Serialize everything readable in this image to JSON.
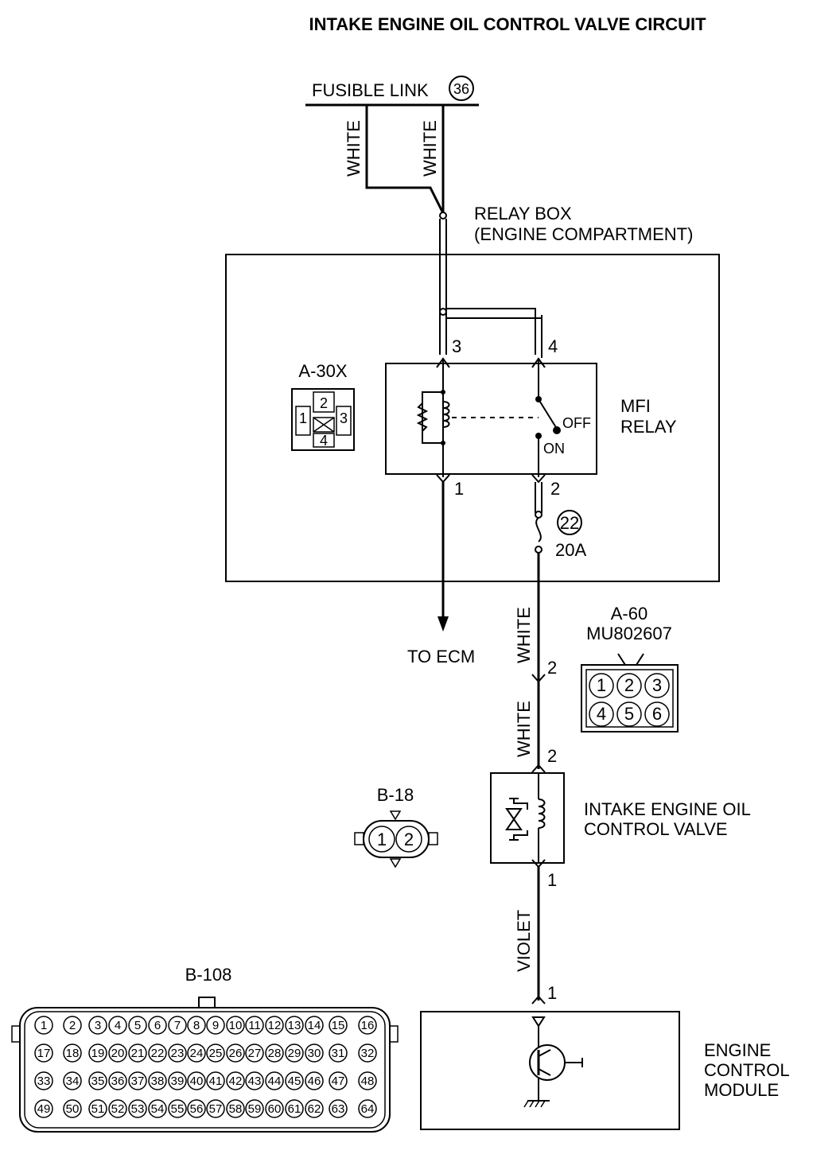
{
  "title": "INTAKE ENGINE OIL CONTROL VALVE CIRCUIT",
  "fusible_link": {
    "label": "FUSIBLE LINK",
    "number": "36"
  },
  "wires": {
    "white_left": "WHITE",
    "white_right": "WHITE",
    "white_a60_upper": "WHITE",
    "white_a60_lower": "WHITE",
    "violet": "VIOLET"
  },
  "relay_box": {
    "line1": "RELAY BOX",
    "line2": "(ENGINE COMPARTMENT)"
  },
  "mfi_relay": {
    "line1": "MFI",
    "line2": "RELAY",
    "pins": [
      "3",
      "4",
      "1",
      "2"
    ],
    "switch_off": "OFF",
    "switch_on": "ON"
  },
  "fuse": {
    "number": "22",
    "rating": "20A"
  },
  "to_ecm": "TO ECM",
  "connectors": {
    "a30x": {
      "id": "A-30X",
      "pins": [
        "2",
        "1",
        "3",
        "4"
      ]
    },
    "a60": {
      "id": "A-60",
      "part": "MU802607",
      "pins": [
        "1",
        "2",
        "3",
        "4",
        "5",
        "6"
      ]
    },
    "b18": {
      "id": "B-18",
      "pins": [
        "1",
        "2"
      ]
    },
    "b108": {
      "id": "B-108",
      "rows": [
        [
          "1",
          "2",
          "3",
          "4",
          "5",
          "6",
          "7",
          "8",
          "9",
          "10",
          "11",
          "12",
          "13",
          "14",
          "15",
          "16"
        ],
        [
          "17",
          "18",
          "19",
          "20",
          "21",
          "22",
          "23",
          "24",
          "25",
          "26",
          "27",
          "28",
          "29",
          "30",
          "31",
          "32"
        ],
        [
          "33",
          "34",
          "35",
          "36",
          "37",
          "38",
          "39",
          "40",
          "41",
          "42",
          "43",
          "44",
          "45",
          "46",
          "47",
          "48"
        ],
        [
          "49",
          "50",
          "51",
          "52",
          "53",
          "54",
          "55",
          "56",
          "57",
          "58",
          "59",
          "60",
          "61",
          "62",
          "63",
          "64"
        ]
      ]
    }
  },
  "circuit_pins": {
    "a60_pin": "2",
    "valve_top": "2",
    "valve_bottom": "1",
    "ecm_pin": "1"
  },
  "valve": {
    "line1": "INTAKE ENGINE OIL",
    "line2": "CONTROL VALVE"
  },
  "ecm": {
    "line1": "ENGINE",
    "line2": "CONTROL",
    "line3": "MODULE"
  }
}
